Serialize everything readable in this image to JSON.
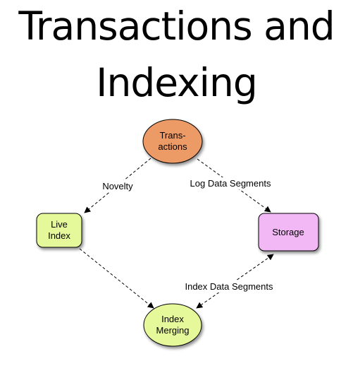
{
  "title": {
    "line1": "Transactions and",
    "line2": "Indexing"
  },
  "nodes": {
    "transactions": {
      "line1": "Trans-",
      "line2": "actions",
      "fill": "#ec9a66"
    },
    "live_index": {
      "line1": "Live",
      "line2": "Index",
      "fill": "#e6f99a"
    },
    "storage": {
      "line1": "Storage",
      "fill": "#f2b8f6"
    },
    "index_merging": {
      "line1": "Index",
      "line2": "Merging",
      "fill": "#e6f99a"
    }
  },
  "edges": {
    "novelty": "Novelty",
    "log_data_segments": "Log Data Segments",
    "index_data_segments": "Index Data Segments"
  }
}
